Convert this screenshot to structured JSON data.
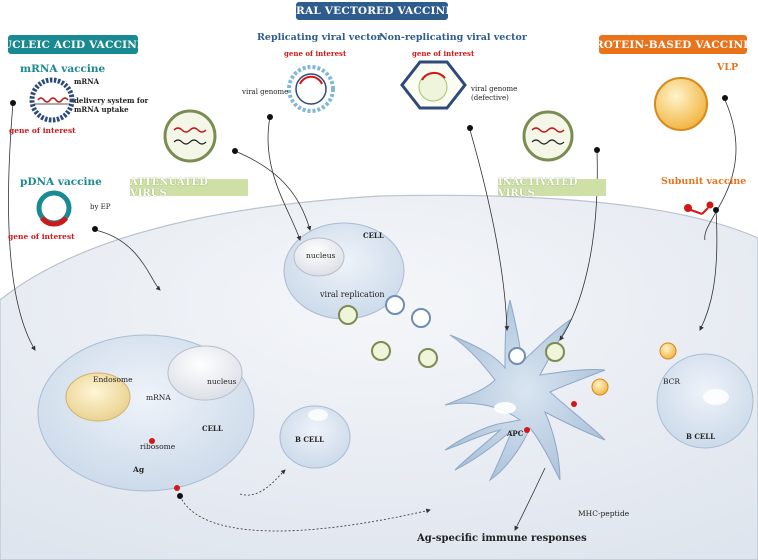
{
  "headers": {
    "viral_vectored": "VIRAL VECTORED VACCINES",
    "nucleic_acid": "NUCLEIC ACID VACCINES",
    "protein_based": "PROTEIN-BASED VACCINES"
  },
  "nucleic": {
    "mrna_title": "mRNA vaccine",
    "mrna_label": "mRNA",
    "delivery_label_1": "delivery system for",
    "delivery_label_2": "mRNA uptake",
    "gene_of_interest_1": "gene of interest",
    "pdna_title": "pDNA vaccine",
    "by_ep": "by EP",
    "gene_of_interest_2": "gene of interest"
  },
  "vectored": {
    "replicating_title": "Replicating viral vector",
    "replicating_gene": "gene of interest",
    "replicating_genome": "viral genome",
    "nonrep_title": "Non-replicating viral vector",
    "nonrep_gene": "gene of interest",
    "nonrep_genome_1": "viral genome",
    "nonrep_genome_2": "(defective)"
  },
  "protein": {
    "vlp": "VLP",
    "subunit": "Subunit vaccine"
  },
  "labels": {
    "attenuated": "ATTENUATED VIRUS",
    "inactivated": "INACTIVATED VIRUS",
    "cell_center": "CELL",
    "nucleus_center": "nucleus",
    "viral_replication": "viral  replication",
    "endosome": "Endosome",
    "nucleus_left": "nucleus",
    "mrna_left": "mRNA",
    "ribosome": "ribosome",
    "cell_left": "CELL",
    "ag": "Ag",
    "b_cell_small": "B CELL",
    "apc": "APC",
    "bcr": "BCR",
    "b_cell_right": "B CELL",
    "mhc_peptide": "MHC-peptide",
    "immune_responses": "Ag-specific immune responses"
  },
  "colors": {
    "teal": "#1a8a92",
    "blue": "#2e5c8c",
    "orange": "#e8731a",
    "red": "#d01818",
    "cell_fill": "#c9d9ea",
    "green_label": "#cfe0a6"
  }
}
